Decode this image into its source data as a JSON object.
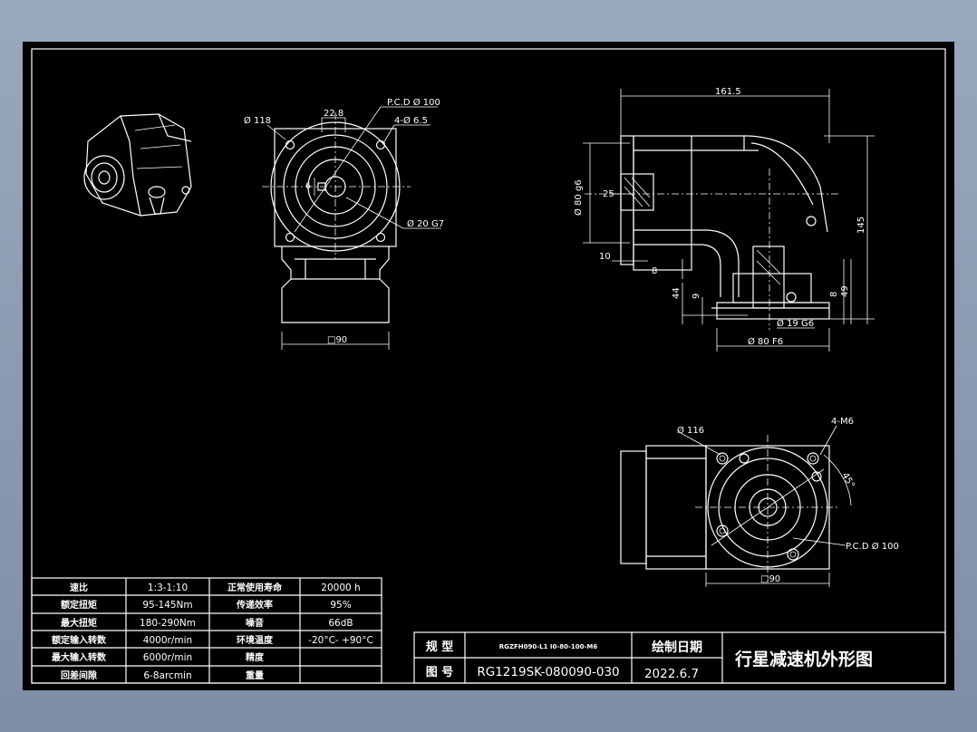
{
  "dimensions": {
    "top_d118": "Ø 118",
    "top_22_8": "22.8",
    "top_pcd": "P.C.D  Ø 100",
    "top_holes": "4-Ø 6.5",
    "top_6": "6",
    "top_bore": "Ø 20 G7",
    "top_sq90": "□90",
    "side_161_5": "161.5",
    "side_d80g6": "Ø 80 g6",
    "side_25": "25",
    "side_10": "10",
    "side_8a": "8",
    "side_44": "44",
    "side_9": "9",
    "side_145": "145",
    "side_8b": "8",
    "side_49": "49",
    "side_19g6": "Ø 19 G6",
    "side_80f6": "Ø 80 F6",
    "bot_d116": "Ø 116",
    "bot_m6": "4-M6",
    "bot_45": "45°",
    "bot_pcd": "P.C.D  Ø 100",
    "bot_sq90": "□90"
  },
  "spec_table": {
    "rows": [
      [
        "速比",
        "1:3-1:10",
        "正常使用寿命",
        "20000  h"
      ],
      [
        "额定扭矩",
        "95-145Nm",
        "传递效率",
        "95%"
      ],
      [
        "最大扭矩",
        "180-290Nm",
        "噪音",
        "66dB"
      ],
      [
        "额定输入转数",
        "4000r/min",
        "环境温度",
        "-20°C-  +90°C"
      ],
      [
        "最大输入转数",
        "6000r/min",
        "精度",
        ""
      ],
      [
        "回差间隙",
        "6-8arcmin",
        "重量",
        ""
      ]
    ]
  },
  "title_block": {
    "model_label": "规  型",
    "model_value": "RGZFH090-L1 I0-80-100-M6",
    "date_label": "绘制日期",
    "drawing_no_label": "图  号",
    "drawing_no_value": "RG1219SK-080090-030",
    "date_value": "2022.6.7",
    "drawing_title": "行星减速机外形图"
  }
}
